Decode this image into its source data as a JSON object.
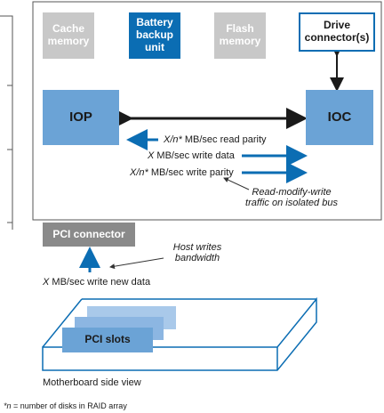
{
  "blocks": {
    "cache": "Cache\nmemory",
    "battery": "Battery\nbackup\nunit",
    "flash": "Flash\nmemory",
    "drive": "Drive\nconnector(s)",
    "iop": "IOP",
    "ioc": "IOC",
    "pci_connector": "PCI connector",
    "pci_slots": "PCI slots"
  },
  "flows": {
    "read_parity_var": "X/n*",
    "read_parity": " MB/sec read parity",
    "write_data_var": "X",
    "write_data": " MB/sec write data",
    "write_parity_var": "X/n*",
    "write_parity": " MB/sec write parity",
    "new_data_var": "X",
    "new_data": " MB/sec write new data"
  },
  "annotations": {
    "rmw": "Read-modify-write\ntraffic on isolated bus",
    "host": "Host writes\nbandwidth"
  },
  "captions": {
    "motherboard": "Motherboard side view",
    "footnote_var": "*n",
    "footnote": " = number of disks in RAID array"
  },
  "colors": {
    "accent_blue": "#0b6db3",
    "light_blue": "#6ba3d6",
    "gray": "#c8c8c8",
    "dark_gray": "#8a8a8a"
  }
}
